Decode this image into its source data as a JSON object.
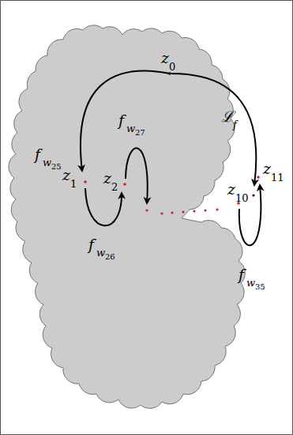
{
  "diagram": {
    "labels": [
      "z",
      "0",
      "f",
      "w",
      "25",
      "ℒ",
      "f",
      "z",
      "1",
      "z",
      "2",
      "f",
      "w",
      "27",
      "f",
      "w",
      "26",
      "z",
      "10",
      "z",
      "11",
      "f",
      "w",
      "35"
    ]
  }
}
